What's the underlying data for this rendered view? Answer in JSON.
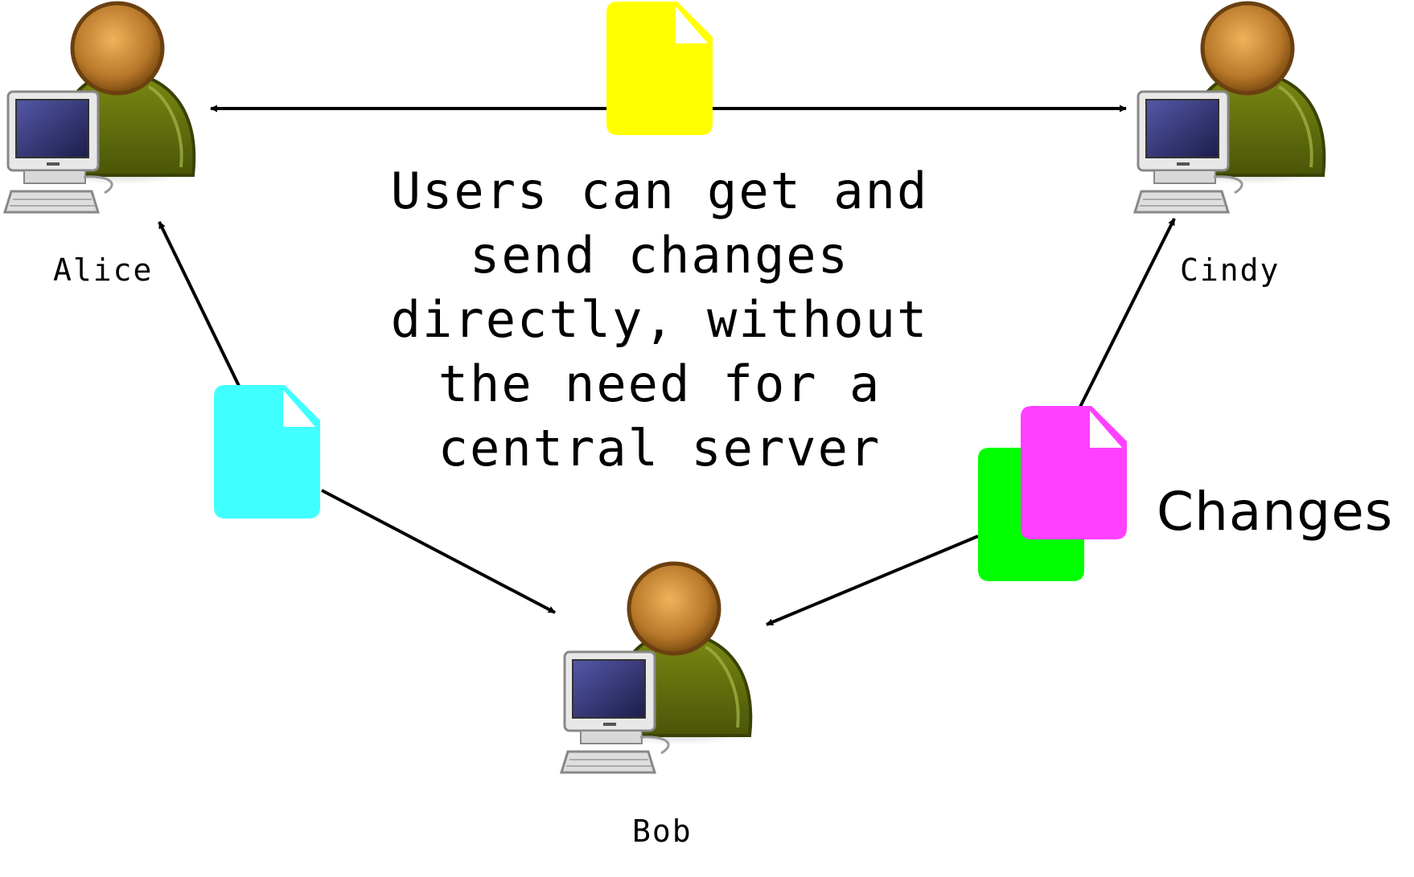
{
  "users": {
    "alice": {
      "name": "Alice",
      "icon": "user-computer-icon"
    },
    "bob": {
      "name": "Bob",
      "icon": "user-computer-icon"
    },
    "cindy": {
      "name": "Cindy",
      "icon": "user-computer-icon"
    }
  },
  "caption": {
    "lines": [
      "Users can get and",
      "send changes",
      "directly, without",
      "the need for a",
      "central server"
    ]
  },
  "legend": {
    "label": "Changes"
  },
  "documents": [
    {
      "name": "alice-cindy-change",
      "color": "#ffff00"
    },
    {
      "name": "alice-bob-change",
      "color": "#40ffff"
    },
    {
      "name": "bob-cindy-change-back",
      "color": "#00ff00"
    },
    {
      "name": "bob-cindy-change-front",
      "color": "#ff40ff"
    }
  ],
  "colors": {
    "head": "#b8782a",
    "body": "#5f6b0a",
    "monitor_screen": "#2c2e6e",
    "arrow": "#000000"
  }
}
